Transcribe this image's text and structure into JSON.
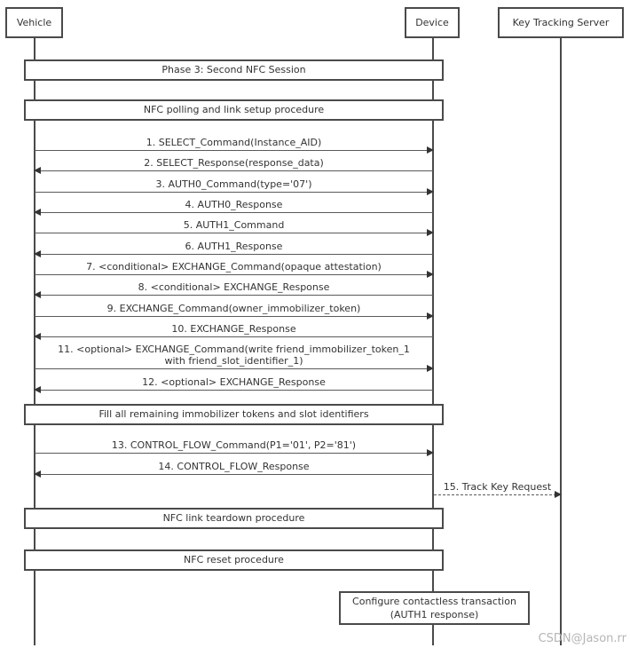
{
  "actors": [
    {
      "label": "Vehicle"
    },
    {
      "label": "Device"
    },
    {
      "label": "Key Tracking Server"
    }
  ],
  "procedures": [
    {
      "label": "Phase 3: Second NFC Session"
    },
    {
      "label": "NFC polling and link setup procedure"
    },
    {
      "label": "Fill all remaining immobilizer tokens and slot identifiers"
    },
    {
      "label": "NFC link teardown procedure"
    },
    {
      "label": "NFC reset procedure"
    }
  ],
  "messages": [
    {
      "label": "1. SELECT_Command(Instance_AID)",
      "from": "Vehicle",
      "to": "Device",
      "style": "solid"
    },
    {
      "label": "2. SELECT_Response(response_data)",
      "from": "Device",
      "to": "Vehicle",
      "style": "solid"
    },
    {
      "label": "3. AUTH0_Command(type='07')",
      "from": "Vehicle",
      "to": "Device",
      "style": "solid"
    },
    {
      "label": "4. AUTH0_Response",
      "from": "Device",
      "to": "Vehicle",
      "style": "solid"
    },
    {
      "label": "5. AUTH1_Command",
      "from": "Vehicle",
      "to": "Device",
      "style": "solid"
    },
    {
      "label": "6. AUTH1_Response",
      "from": "Device",
      "to": "Vehicle",
      "style": "solid"
    },
    {
      "label": "7. <conditional> EXCHANGE_Command(opaque attestation)",
      "from": "Vehicle",
      "to": "Device",
      "style": "solid"
    },
    {
      "label": "8. <conditional> EXCHANGE_Response",
      "from": "Device",
      "to": "Vehicle",
      "style": "solid"
    },
    {
      "label": "9. EXCHANGE_Command(owner_immobilizer_token)",
      "from": "Vehicle",
      "to": "Device",
      "style": "solid"
    },
    {
      "label": "10. EXCHANGE_Response",
      "from": "Device",
      "to": "Vehicle",
      "style": "solid"
    },
    {
      "label": "11. <optional> EXCHANGE_Command(write friend_immobilizer_token_1\nwith friend_slot_identifier_1)",
      "from": "Vehicle",
      "to": "Device",
      "style": "solid"
    },
    {
      "label": "12. <optional> EXCHANGE_Response",
      "from": "Device",
      "to": "Vehicle",
      "style": "solid"
    },
    {
      "label": "13. CONTROL_FLOW_Command(P1='01', P2='81')",
      "from": "Vehicle",
      "to": "Device",
      "style": "solid"
    },
    {
      "label": "14. CONTROL_FLOW_Response",
      "from": "Device",
      "to": "Vehicle",
      "style": "solid"
    },
    {
      "label": "15. Track Key Request",
      "from": "Device",
      "to": "Key Tracking Server",
      "style": "dashed"
    }
  ],
  "note": {
    "label": "Configure contactless transaction\n(AUTH1 response)"
  },
  "watermark": "CSDN@Jason.rr",
  "colors": {
    "border": "#4a4a4a",
    "line": "#5a5a5a",
    "text": "#333333",
    "watermark": "#b5b5b5",
    "background": "#ffffff"
  }
}
